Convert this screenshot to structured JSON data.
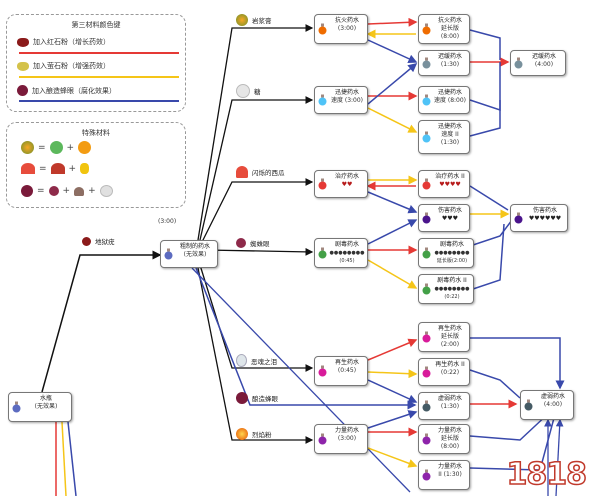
{
  "legend_third": {
    "title": "第三材料颜色键",
    "items": [
      {
        "label": "加入红石粉（增长药效）",
        "color": "#e53935"
      },
      {
        "label": "加入萤石粉（增强药效）",
        "color": "#f5c518"
      },
      {
        "label": "加入酿造蜂眼（腐化效果）",
        "color": "#3949ab"
      }
    ]
  },
  "legend_special": {
    "title": "特殊材料",
    "eq1": "=",
    "plus1": "+",
    "eq2": "=",
    "plus2": "+",
    "eq3": "=",
    "plus3": "+",
    "plus4": "+"
  },
  "base_time": "(3:00)",
  "ingredients": {
    "nether_wart": "地狱疣",
    "magma_cream": "岩浆膏",
    "sugar": "糖",
    "glistering_melon": "闪烁的西瓜",
    "spider_eye": "蜘蛛眼",
    "ghast_tear": "恶魂之泪",
    "fermented_spider_eye": "酿造蜂眼",
    "blaze_powder": "烈焰粉"
  },
  "nodes": {
    "water": {
      "l1": "水瓶",
      "l2": "(无效果)"
    },
    "awkward": {
      "l1": "粗制的药水",
      "l2": "(无效果)"
    },
    "fire_res": {
      "l1": "抗火药水",
      "l2": "(3:00)"
    },
    "fire_res_long": {
      "l1": "抗火药水",
      "l2": "延长版(8:00)"
    },
    "slow": {
      "l1": "迟缓药水",
      "l2": "(1:30)"
    },
    "slow_long": {
      "l1": "迟缓药水",
      "l2": "(4:00)"
    },
    "swift": {
      "l1": "迅捷药水",
      "l2": "速度 (3:00)"
    },
    "swift_long": {
      "l1": "迅捷药水",
      "l2": "速度 (8:00)"
    },
    "swift2": {
      "l1": "迅捷药水",
      "l2": "速度 II (1:30)"
    },
    "heal": {
      "l1": "治疗药水",
      "l2": "♥♥"
    },
    "heal2": {
      "l1": "治疗药水 II",
      "l2": "♥♥♥♥"
    },
    "harm": {
      "l1": "伤害药水",
      "l2": "♥♥♥"
    },
    "harm2": {
      "l1": "伤害药水",
      "l2": "♥♥♥♥♥♥"
    },
    "poison": {
      "l1": "剧毒药水",
      "l2": "●●●●●●●● (0:45)"
    },
    "poison_long": {
      "l1": "剧毒药水",
      "l2": "●●●●●●●● 延长版(2:00)"
    },
    "poison2": {
      "l1": "剧毒药水 II",
      "l2": "●●●●●●●● (0:22)"
    },
    "regen": {
      "l1": "再生药水",
      "l2": "(0:45)"
    },
    "regen_long": {
      "l1": "再生药水",
      "l2": "延长版(2:00)"
    },
    "regen2": {
      "l1": "再生药水 II",
      "l2": "(0:22)"
    },
    "weak": {
      "l1": "虚弱药水",
      "l2": "(1:30)"
    },
    "weak_long": {
      "l1": "虚弱药水",
      "l2": "(4:00)"
    },
    "strength": {
      "l1": "力量药水",
      "l2": "(3:00)"
    },
    "strength_long": {
      "l1": "力量药水",
      "l2": "延长版(8:00)"
    },
    "strength2": {
      "l1": "力量药水",
      "l2": "II (1:30)"
    }
  },
  "colors": {
    "black_line": "#111111",
    "red": "#e53935",
    "yellow": "#f5c518",
    "blue": "#3949ab"
  },
  "watermark": "1818"
}
